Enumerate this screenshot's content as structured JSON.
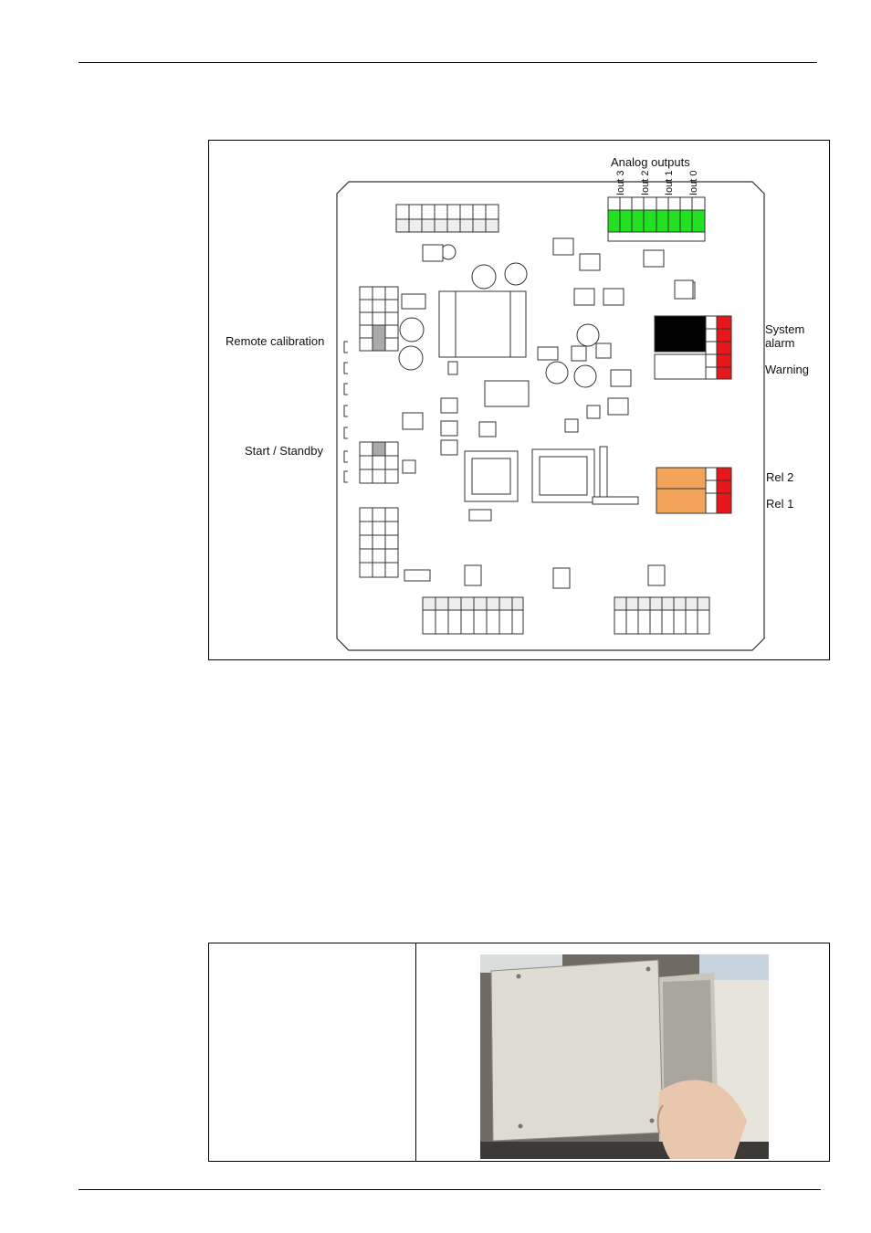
{
  "figure": {
    "analog_outputs": "Analog outputs",
    "iout_labels": [
      "Iout 3",
      "Iout 2",
      "Iout 1",
      "Iout 0"
    ],
    "remote_calibration": "Remote calibration",
    "start_standby": "Start / Standby",
    "system_alarm_line1": "System",
    "system_alarm_line2": "alarm",
    "warning": "Warning",
    "rel2": "Rel 2",
    "rel1": "Rel 1",
    "colors": {
      "analog_terminal": "#22e022",
      "relay_terminal": "#e8181a",
      "relay_rel": "#f3a45b",
      "system_alarm_relay": "#000000"
    }
  }
}
